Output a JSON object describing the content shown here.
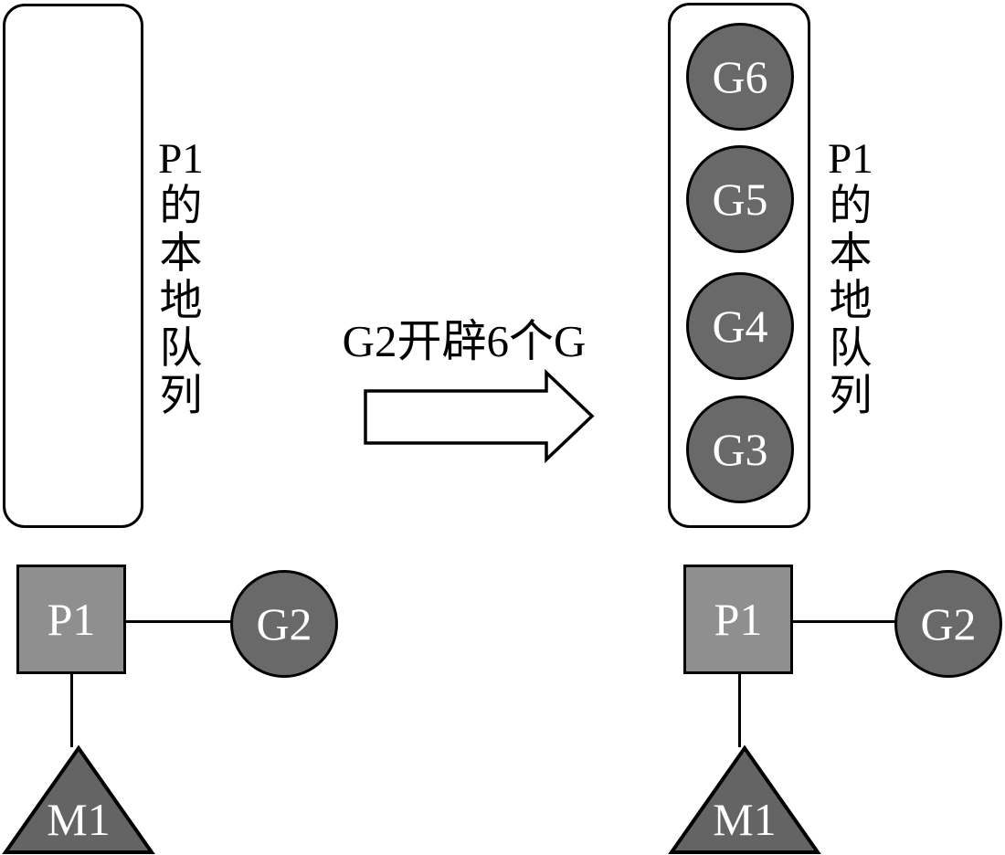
{
  "colors": {
    "goroutine_fill": "#696969",
    "processor_fill": "#8f8f8f",
    "machine_fill": "#646464",
    "outline": "#000000",
    "label_on_dark": "#ffffff",
    "label_dark": "#000000"
  },
  "before": {
    "queue_label_lines": [
      "P1",
      "的",
      "本",
      "地",
      "队",
      "列"
    ],
    "queue_items": [],
    "processor_label": "P1",
    "goroutine_label": "G2",
    "machine_label": "M1"
  },
  "transition": {
    "label": "G2开辟6个G"
  },
  "after": {
    "queue_label_lines": [
      "P1",
      "的",
      "本",
      "地",
      "队",
      "列"
    ],
    "queue_items": [
      "G6",
      "G5",
      "G4",
      "G3"
    ],
    "processor_label": "P1",
    "goroutine_label": "G2",
    "machine_label": "M1"
  }
}
